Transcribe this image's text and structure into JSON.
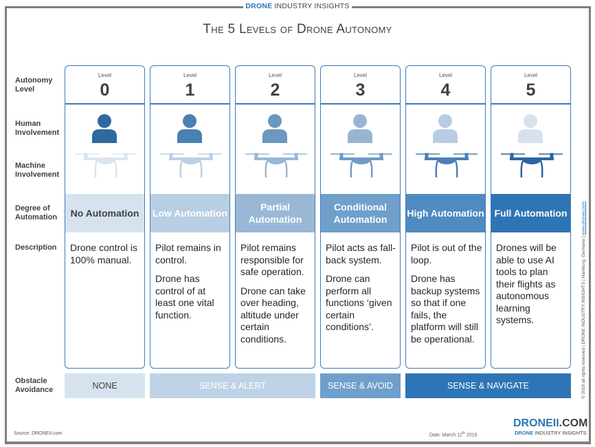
{
  "header": {
    "brand_bold": "DRONE",
    "brand_rest": "INDUSTRY INSIGHTS",
    "title": "The 5 Levels of Drone Autonomy"
  },
  "row_labels": {
    "autonomy_level": "Autonomy Level",
    "human": "Human Involvement",
    "machine": "Machine Involvement",
    "degree": "Degree of Automation",
    "description": "Description",
    "obstacle": "Obstacle Avoidance"
  },
  "levels": [
    {
      "level_label": "Level",
      "number": "0",
      "degree": "No Automation",
      "band_color": "#d6e3ef",
      "degree_text_color": "#404040",
      "person_color": "#2e6aa0",
      "drone_color": "#dbe5ef",
      "description": [
        "Drone control is 100% manual."
      ]
    },
    {
      "level_label": "Level",
      "number": "1",
      "degree": "Low Automation",
      "band_color": "#b8cee3",
      "degree_text_color": "#ffffff",
      "person_color": "#4a80b2",
      "drone_color": "#bccfe3",
      "description": [
        "Pilot remains in control.",
        "Drone has control of at least one vital function."
      ]
    },
    {
      "level_label": "Level",
      "number": "2",
      "degree": "Partial Automation",
      "band_color": "#9ab8d6",
      "degree_text_color": "#ffffff",
      "person_color": "#6c98bd",
      "drone_color": "#99b8d5",
      "description": [
        "Pilot remains responsible for safe operation.",
        "Drone can take over heading, altitude under certain conditions."
      ]
    },
    {
      "level_label": "Level",
      "number": "3",
      "degree": "Conditional Automation",
      "band_color": "#6f9fcb",
      "degree_text_color": "#ffffff",
      "person_color": "#97b5d2",
      "drone_color": "#6f9bc6",
      "description": [
        "Pilot acts as fall-back system.",
        "Drone can perform all functions ‘given certain conditions’."
      ]
    },
    {
      "level_label": "Level",
      "number": "4",
      "degree": "High Automation",
      "band_color": "#4f8ac1",
      "degree_text_color": "#ffffff",
      "person_color": "#b9cde2",
      "drone_color": "#4a80b5",
      "description": [
        "Pilot is out of the loop.",
        "Drone has backup systems so that if one fails, the platform will still be operational."
      ]
    },
    {
      "level_label": "Level",
      "number": "5",
      "degree": "Full Automation",
      "band_color": "#2e75b6",
      "degree_text_color": "#ffffff",
      "person_color": "#d6e2ee",
      "drone_color": "#2d64a0",
      "description": [
        "Drones will be able to use AI tools to plan their flights as autonomous learning systems."
      ]
    }
  ],
  "obstacle_avoidance": [
    {
      "label": "NONE",
      "color": "#d6e3ef",
      "text_color": "#404040"
    },
    {
      "label": "SENSE & ALERT",
      "color": "#bfd3e7",
      "text_color": "#ffffff"
    },
    {
      "label": "SENSE & AVOID",
      "color": "#6f9fcb",
      "text_color": "#ffffff"
    },
    {
      "label": "SENSE & NAVIGATE",
      "color": "#2e75b6",
      "text_color": "#ffffff"
    }
  ],
  "footer": {
    "source": "Source: DRONEII.com",
    "date_prefix": "Date: March 12",
    "date_sup": "th",
    "date_suffix": " 2019",
    "logo_main": "DRONEII",
    "logo_tld": ".COM",
    "logo_sub_bold": "DRONE",
    "logo_sub_rest": " INDUSTRY INSIGHTS"
  },
  "side_note": {
    "text": "© 2019 all rights reserved  |  DRONE INDUSTRY INSIGHTS  |  Hamburg, Germany  |  ",
    "link": "www.droneii.com"
  }
}
